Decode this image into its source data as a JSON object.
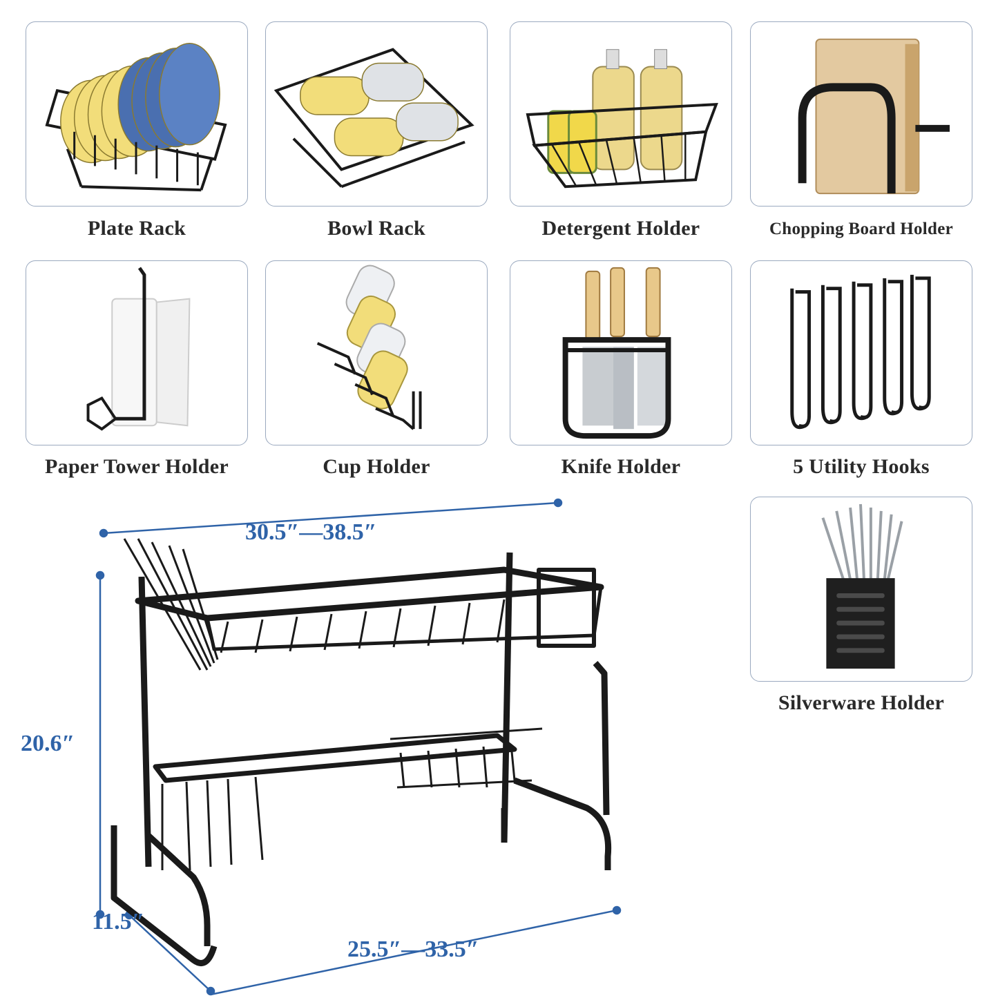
{
  "accessories": [
    {
      "label": "Plate Rack",
      "icon": "plate-rack-icon"
    },
    {
      "label": "Bowl Rack",
      "icon": "bowl-rack-icon"
    },
    {
      "label": "Detergent Holder",
      "icon": "detergent-holder-icon"
    },
    {
      "label": "Chopping Board Holder",
      "icon": "chopping-board-holder-icon"
    },
    {
      "label": "Paper Tower Holder",
      "icon": "paper-towel-holder-icon"
    },
    {
      "label": "Cup Holder",
      "icon": "cup-holder-icon"
    },
    {
      "label": "Knife Holder",
      "icon": "knife-holder-icon"
    },
    {
      "label": "5 Utility Hooks",
      "icon": "utility-hooks-icon"
    },
    {
      "label": "Silverware Holder",
      "icon": "silverware-holder-icon"
    }
  ],
  "dimensions": {
    "top_width": "30.5″—38.5″",
    "height": "20.6″",
    "depth": "11.5″",
    "bottom_width": "25.5″—33.5″"
  },
  "colors": {
    "dimension_blue": "#2f63a8",
    "card_border": "#9aa9bf",
    "metal_black": "#1a1a1a",
    "plate_yellow": "#f2dd7a",
    "plate_blue": "#4a6fb0",
    "wood": "#e3c9a0"
  }
}
